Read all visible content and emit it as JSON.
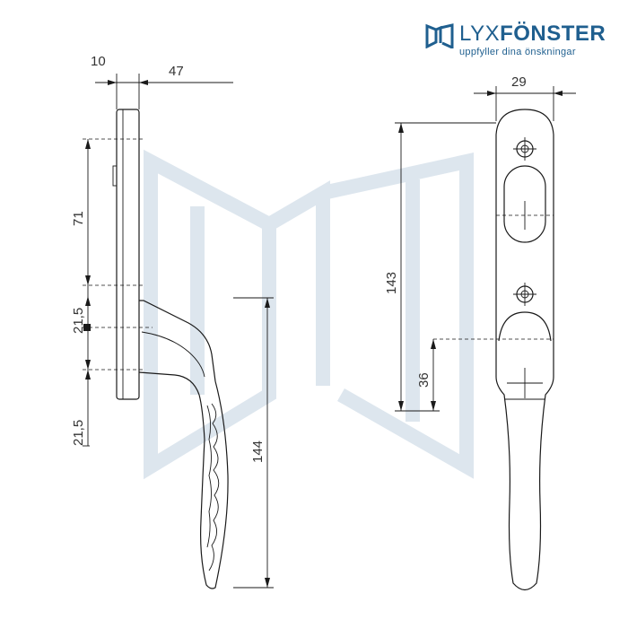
{
  "brand": {
    "name_part1": "LYX",
    "name_part2": "FÖNSTER",
    "tagline": "uppfyller dina önskningar",
    "color": "#1f5f8f"
  },
  "icons": {
    "logo": "window-frame-icon",
    "watermark": "watermark-logo"
  },
  "dimensions": {
    "plate_thickness": "10",
    "depth": "47",
    "upper_spacing": "71",
    "mid_spacing": "21,5",
    "lower_spacing": "21,5",
    "lever_length": "144",
    "total_height": "143",
    "width": "29",
    "spindle_height": "36"
  }
}
